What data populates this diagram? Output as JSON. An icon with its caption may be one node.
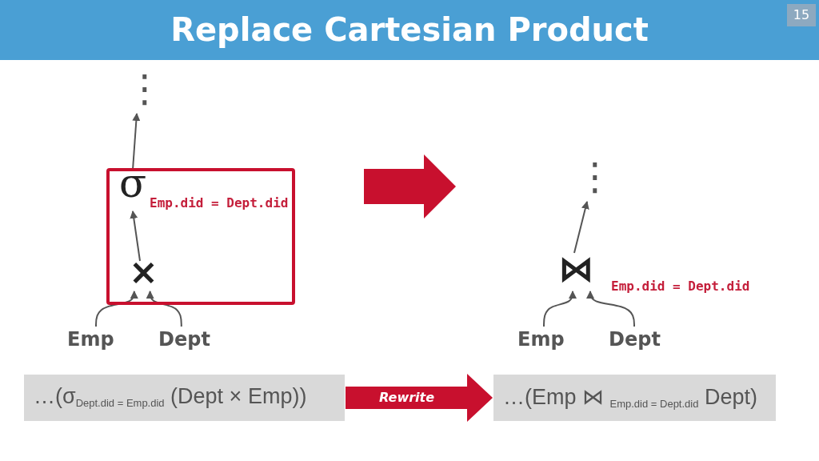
{
  "diagram": {
    "title": "Replace Cartesian Product",
    "nodes": [
      {
        "text": [
          "⋮"
        ]
      },
      {
        "text": [],
        "shape": "box"
      },
      {
        "text": [
          "σ"
        ],
        "in": 1,
        "beside": [
          "Emp.did = Dept.did"
        ]
      },
      {
        "text": [
          "×"
        ],
        "in": 1
      },
      {
        "text": [
          "Emp"
        ]
      },
      {
        "text": [
          "Dept"
        ]
      },
      {
        "text": [
          "⋮"
        ]
      },
      {
        "text": [
          "⋈"
        ],
        "beside": [
          "Emp.did = Dept.did"
        ]
      },
      {
        "text": [
          "Emp"
        ]
      },
      {
        "text": [
          "Dept"
        ]
      },
      {
        "text": [
          "…(σ$_{Dept.did = Emp.did}$ (Dept × Emp))"
        ]
      },
      {
        "text": [
          "…(Emp ⋈ $_{Emp.did = Dept.did}$ Dept)"
        ]
      }
    ],
    "edges": [
      {
        "from": 3,
        "to": 2,
        "arrow": "to"
      },
      {
        "from": 2,
        "to": 0,
        "arrow": "to"
      },
      {
        "from": 4,
        "to": 3,
        "arrow": "to"
      },
      {
        "from": 5,
        "to": 3,
        "arrow": "to"
      },
      {
        "from": 7,
        "to": 6,
        "arrow": "to"
      },
      {
        "from": 8,
        "to": 7,
        "arrow": "to"
      },
      {
        "from": 9,
        "to": 7,
        "arrow": "to"
      },
      {
        "from": 10,
        "to": 11,
        "arrow": "to",
        "label": "Rewrite",
        "style": "thick",
        "color": "#c8102e"
      }
    ],
    "labels": [
      "15"
    ]
  }
}
